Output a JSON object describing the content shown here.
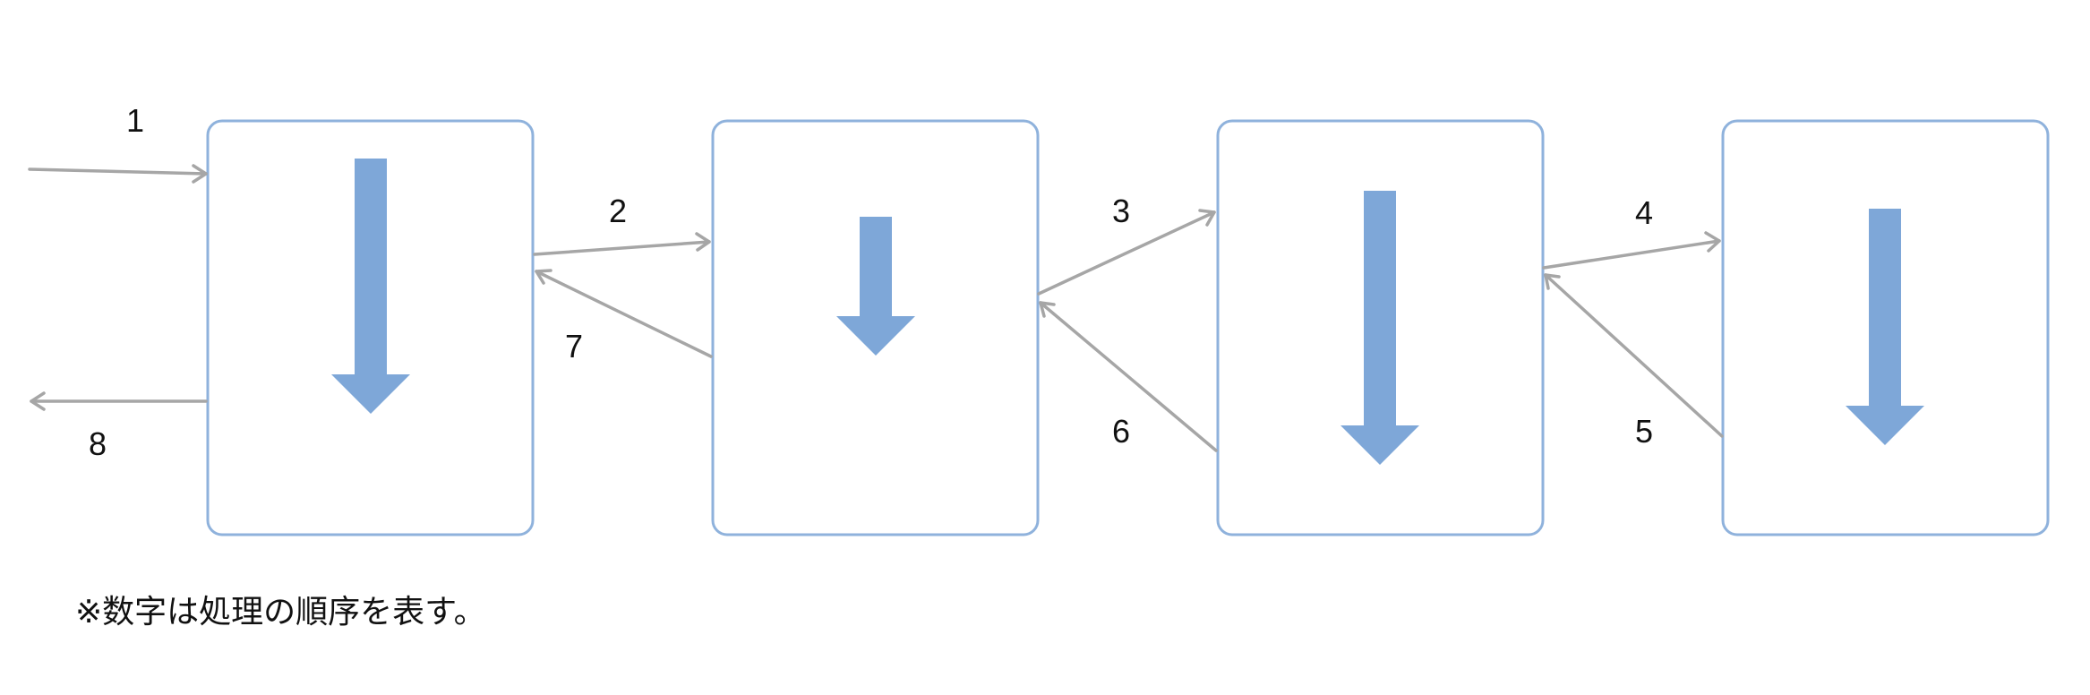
{
  "colors": {
    "box_border": "#8fb2dc",
    "process_arrow": "#7ea7d8",
    "flow_arrow": "#a6a6a6",
    "text": "#111111"
  },
  "boxes": [
    {
      "name": "stage-1-box",
      "icon": "down-arrow-icon"
    },
    {
      "name": "stage-2-box",
      "icon": "down-arrow-icon"
    },
    {
      "name": "stage-3-box",
      "icon": "down-arrow-icon"
    },
    {
      "name": "stage-4-box",
      "icon": "down-arrow-icon"
    }
  ],
  "steps": [
    {
      "label": "1"
    },
    {
      "label": "2"
    },
    {
      "label": "3"
    },
    {
      "label": "4"
    },
    {
      "label": "5"
    },
    {
      "label": "6"
    },
    {
      "label": "7"
    },
    {
      "label": "8"
    }
  ],
  "note": "※数字は処理の順序を表す。"
}
